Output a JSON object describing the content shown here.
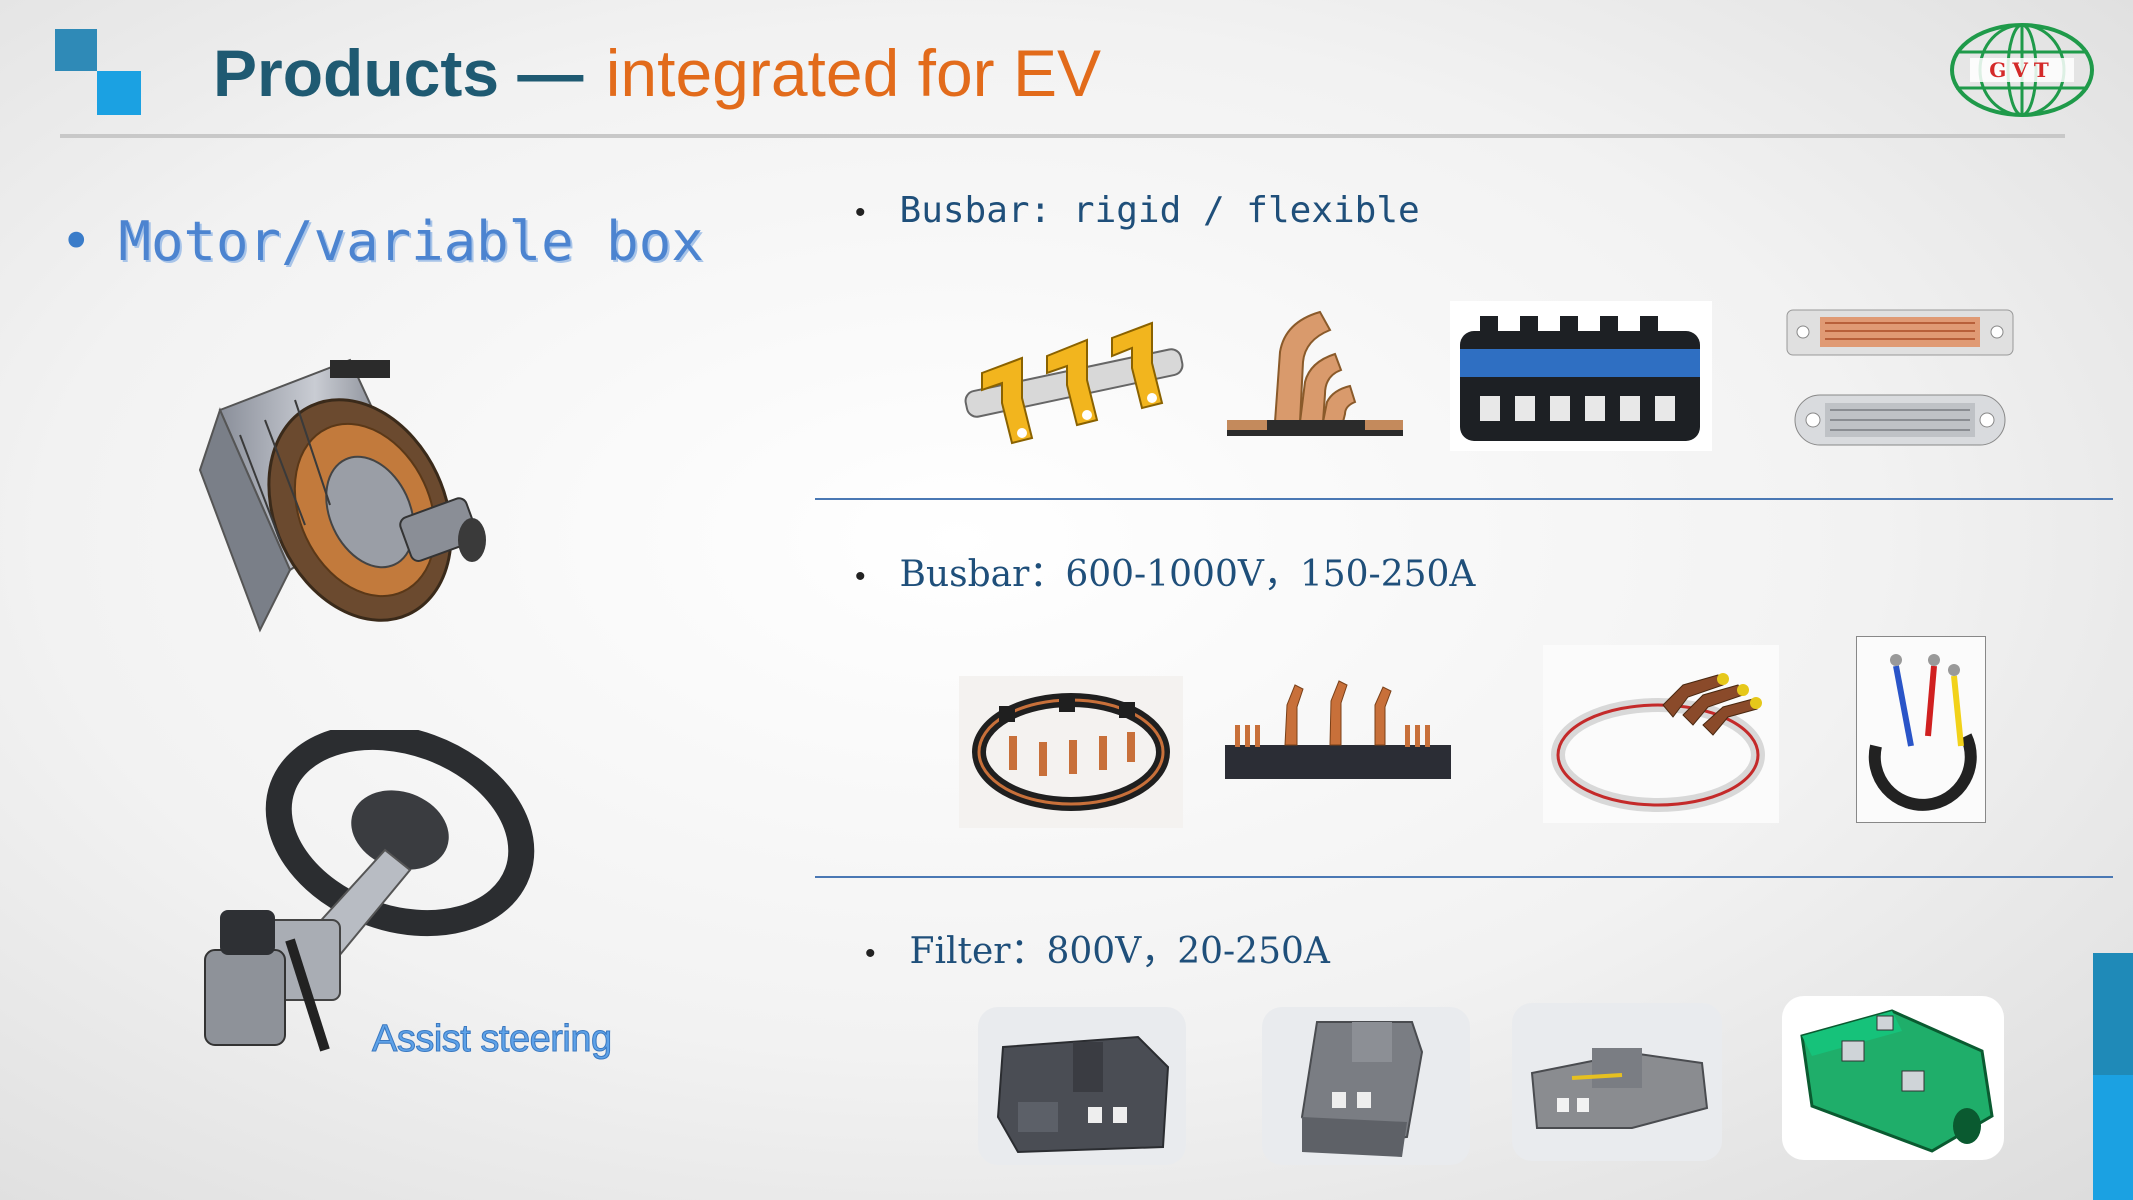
{
  "header": {
    "title_bold": "Products —",
    "title_accent": "integrated for EV",
    "logo_text": "GVT"
  },
  "left": {
    "heading": "Motor/variable box",
    "caption": "Assist steering"
  },
  "sections": [
    {
      "label": "Busbar: rigid / flexible"
    },
    {
      "label": "Busbar：600-1000V，150-250A"
    },
    {
      "label": "Filter：800V，20-250A"
    }
  ],
  "colors": {
    "title_dark": "#1f5a72",
    "title_accent": "#e26b1b",
    "logo_green": "#1f9a4a",
    "logo_red": "#d42a2a",
    "rule_blue": "#4a78b4"
  }
}
